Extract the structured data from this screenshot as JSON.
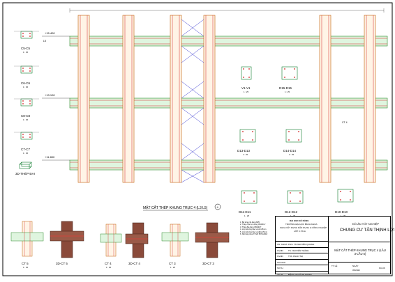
{
  "frame": {
    "title": "MẶT CẮT THÉP KHUNG TRỤC 4 (L3 L5)",
    "elevations": [
      "+15.400",
      "+13.100",
      "+11.800"
    ],
    "level_tag": "L5",
    "axis_label": "4",
    "note_tag": "CT 4"
  },
  "left_sections": [
    {
      "label": "C5-C5",
      "scale": "1 : 25"
    },
    {
      "label": "C6-C6",
      "scale": "1 : 25"
    },
    {
      "label": "C8-C8",
      "scale": "1 : 25"
    },
    {
      "label": "C7-C7",
      "scale": "1 : 25"
    }
  ],
  "stirrup_label": "3D-THÉP ĐAI",
  "beam_sections": [
    {
      "label": "V1-V1",
      "scale": "1 : 25"
    },
    {
      "label": "D15-D15",
      "scale": "1 : 25"
    },
    {
      "label": "D13-D13",
      "scale": "1 : 25"
    },
    {
      "label": "D14-D14",
      "scale": "1 : 25"
    },
    {
      "label": "D11-D11",
      "scale": "1 : 25"
    },
    {
      "label": "D12-D12",
      "scale": "1 : 25"
    },
    {
      "label": "D10-D10",
      "scale": "1 : 25"
    }
  ],
  "details": [
    {
      "label": "CT 5",
      "scale": "1 : 25"
    },
    {
      "label": "3D-CT 5",
      "scale": ""
    },
    {
      "label": "CT 4",
      "scale": "1 : 25"
    },
    {
      "label": "3D-CT 4",
      "scale": ""
    },
    {
      "label": "CT 3",
      "scale": "1 : 25"
    },
    {
      "label": "3D-CT 3",
      "scale": ""
    }
  ],
  "title_block": {
    "project_type": "ĐỒ ÁN TỐT NGHIỆP",
    "project_name": "CHUNG CƯ TÂN THỊNH LỢI",
    "university": "ĐẠI HỌC ĐÀ NẴNG",
    "school": "TRƯỜNG ĐẠI HỌC BÁCH KHOA",
    "faculty": "KHOA XÂY DỰNG DÂN DỤNG & CÔNG NGHIỆP",
    "class": "LỚP: 17X1A",
    "role_1": "CN. KHOA",
    "person_1": "PGS. TS NGUYỄN QUANG",
    "role_2": "GVHD",
    "person_2": "TS. NGUYỄN THÀNH",
    "role_3": "GVHD",
    "person_3": "ThS. PHAN THỊ",
    "role_4": "SV.GIAO",
    "person_4": "",
    "role_5": "SV.TH",
    "person_5": "",
    "role_6": "SVTH",
    "person_6": "ĐẶNG TRƯỜNG GIANG",
    "drawing_title": "MẶT CẮT THÉP KHUNG TRỤC 4 (LẦU 3-LẦU 5)",
    "scale_label": "TỶ LỆ",
    "date_label": "NGÀY",
    "sheet_label": "KC-06",
    "date_value": "05/2022"
  },
  "notes": [
    "1. Bê tông cột dùng B25",
    "2. Thép chịu lực dùng CB400-V",
    "3. Thép đai dùng CB240-T",
    "4. Lớp bê tông bảo vệ cột 25mm",
    "5. Lớp bê tông bảo vệ dầm 25mm",
    "6. Nối thép theo TCVN 5574:2018"
  ]
}
